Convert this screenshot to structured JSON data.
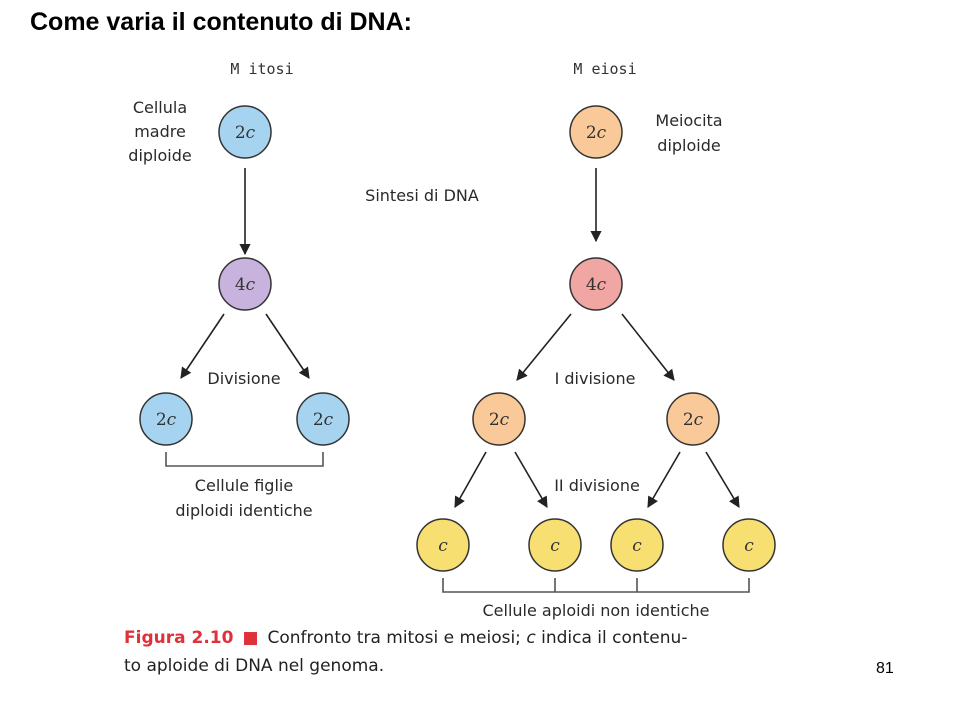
{
  "title": "Come varia il contenuto di DNA:",
  "page_number": "81",
  "colors": {
    "blue": "#a6d3ef",
    "purple": "#c7b3de",
    "orange": "#f9c99a",
    "pink": "#f0a6a2",
    "yellow": "#f8df72",
    "outline": "#333333",
    "arrow": "#222222",
    "bracket": "#555555",
    "figure_label": "#e0303a"
  },
  "mitosis": {
    "heading": "M itosi",
    "start_label": [
      "Cellula",
      "madre",
      "diploide"
    ],
    "start_cell": {
      "coef": "2",
      "unit": "c"
    },
    "replicated_cell": {
      "coef": "4",
      "unit": "c"
    },
    "division_label": "Divisione",
    "daughter_cells": [
      {
        "coef": "2",
        "unit": "c"
      },
      {
        "coef": "2",
        "unit": "c"
      }
    ],
    "result_label": [
      "Cellule figlie",
      "diploidi identiche"
    ]
  },
  "synthesis_label": "Sintesi di DNA",
  "meiosis": {
    "heading": "M eiosi",
    "start_label": [
      "Meiocita",
      "diploide"
    ],
    "start_cell": {
      "coef": "2",
      "unit": "c"
    },
    "replicated_cell": {
      "coef": "4",
      "unit": "c"
    },
    "division1_label": "I divisione",
    "division1_cells": [
      {
        "coef": "2",
        "unit": "c"
      },
      {
        "coef": "2",
        "unit": "c"
      }
    ],
    "division2_label": "II divisione",
    "division2_cells": [
      {
        "coef": "",
        "unit": "c"
      },
      {
        "coef": "",
        "unit": "c"
      },
      {
        "coef": "",
        "unit": "c"
      },
      {
        "coef": "",
        "unit": "c"
      }
    ],
    "result_label": "Cellule aploidi non identiche"
  },
  "caption": {
    "figure": "Figura 2.10",
    "square": "■",
    "line1_a": "Confronto tra mitosi e meiosi; ",
    "line1_c": "c",
    "line1_b": " indica il contenu-",
    "line2": "to aploide di DNA nel genoma."
  }
}
